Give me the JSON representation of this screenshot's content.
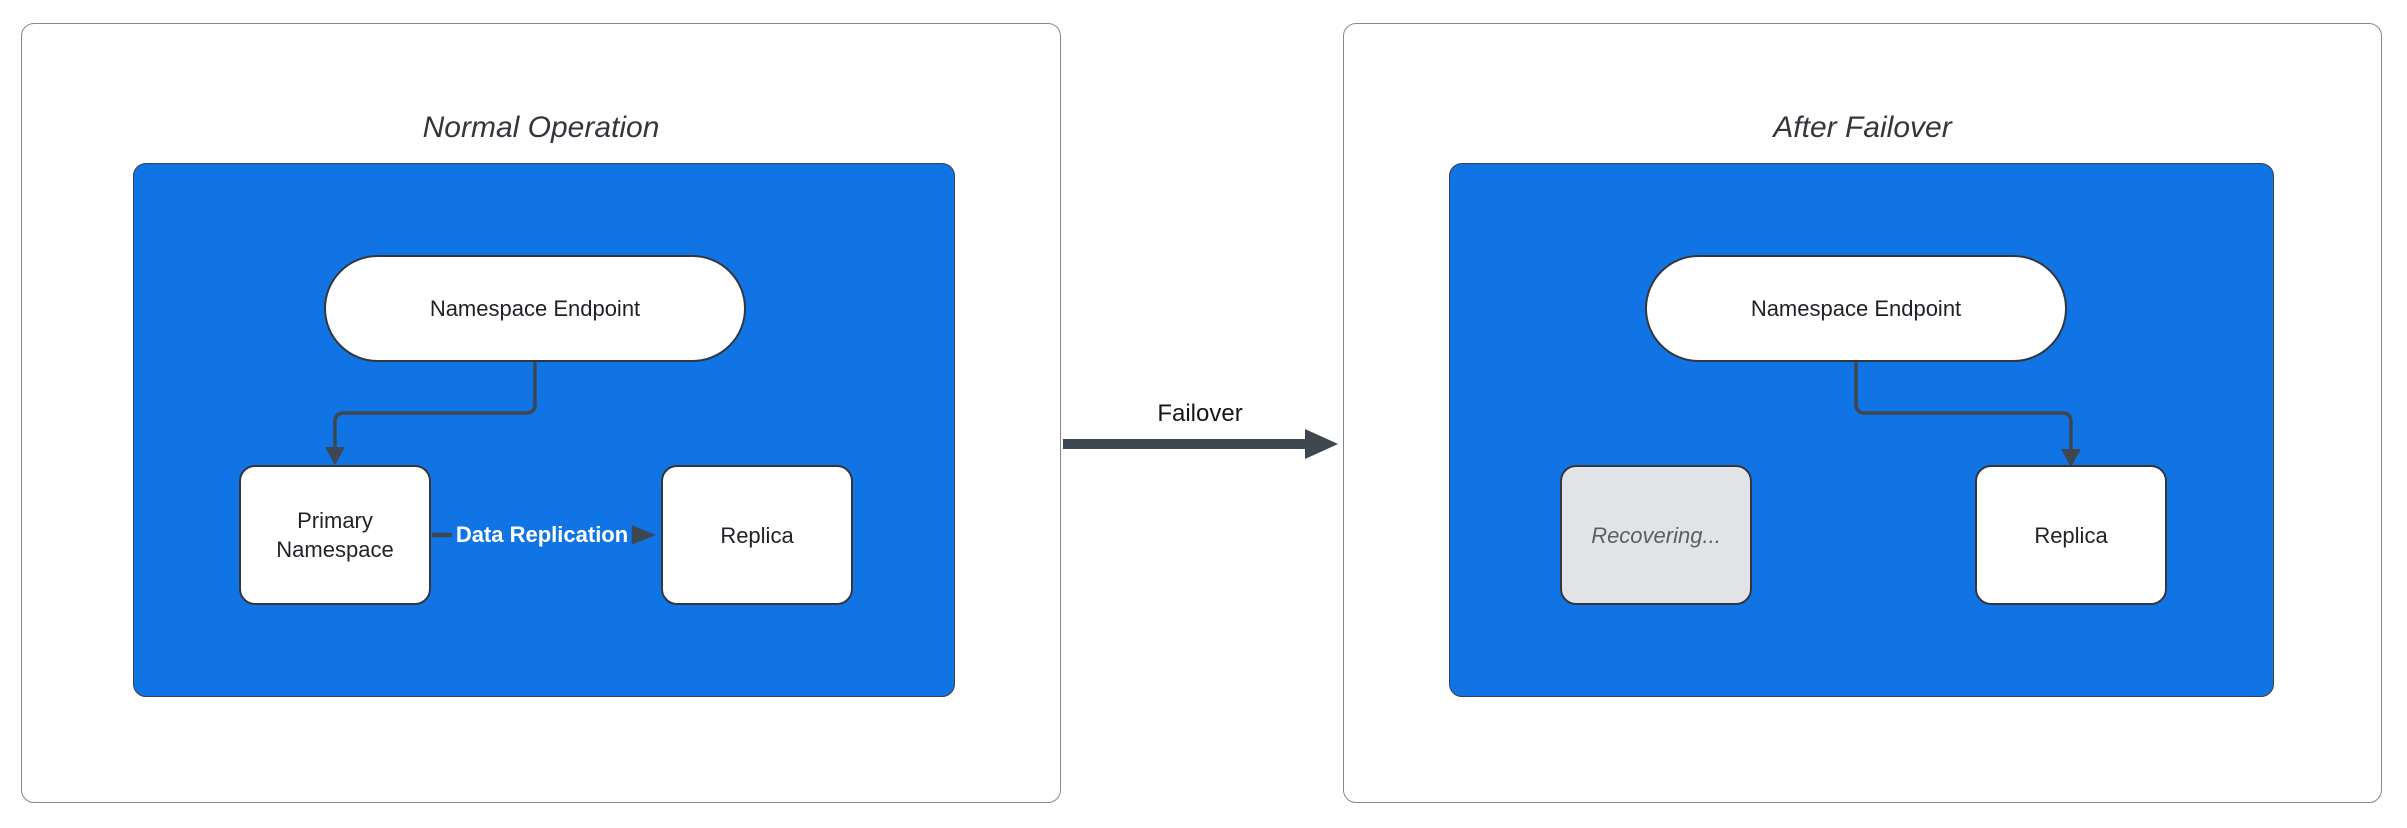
{
  "panels": {
    "normal": {
      "title": "Normal Operation",
      "endpoint_label": "Namespace Endpoint",
      "primary_label": "Primary Namespace",
      "replica_label": "Replica",
      "replication_edge_label": "Data Replication"
    },
    "after": {
      "title": "After Failover",
      "endpoint_label": "Namespace Endpoint",
      "recovering_label": "Recovering...",
      "replica_label": "Replica"
    }
  },
  "failover_edge": {
    "label": "Failover"
  },
  "colors": {
    "container_blue": "#1174E5",
    "connector_dark": "#3E4650",
    "node_border": "#33363C",
    "card_border": "#85888D",
    "recovering_fill": "#E2E3E6",
    "recovering_text": "#5A5F66",
    "replication_label_text": "#FFFFFF",
    "title_text": "#33373D"
  }
}
